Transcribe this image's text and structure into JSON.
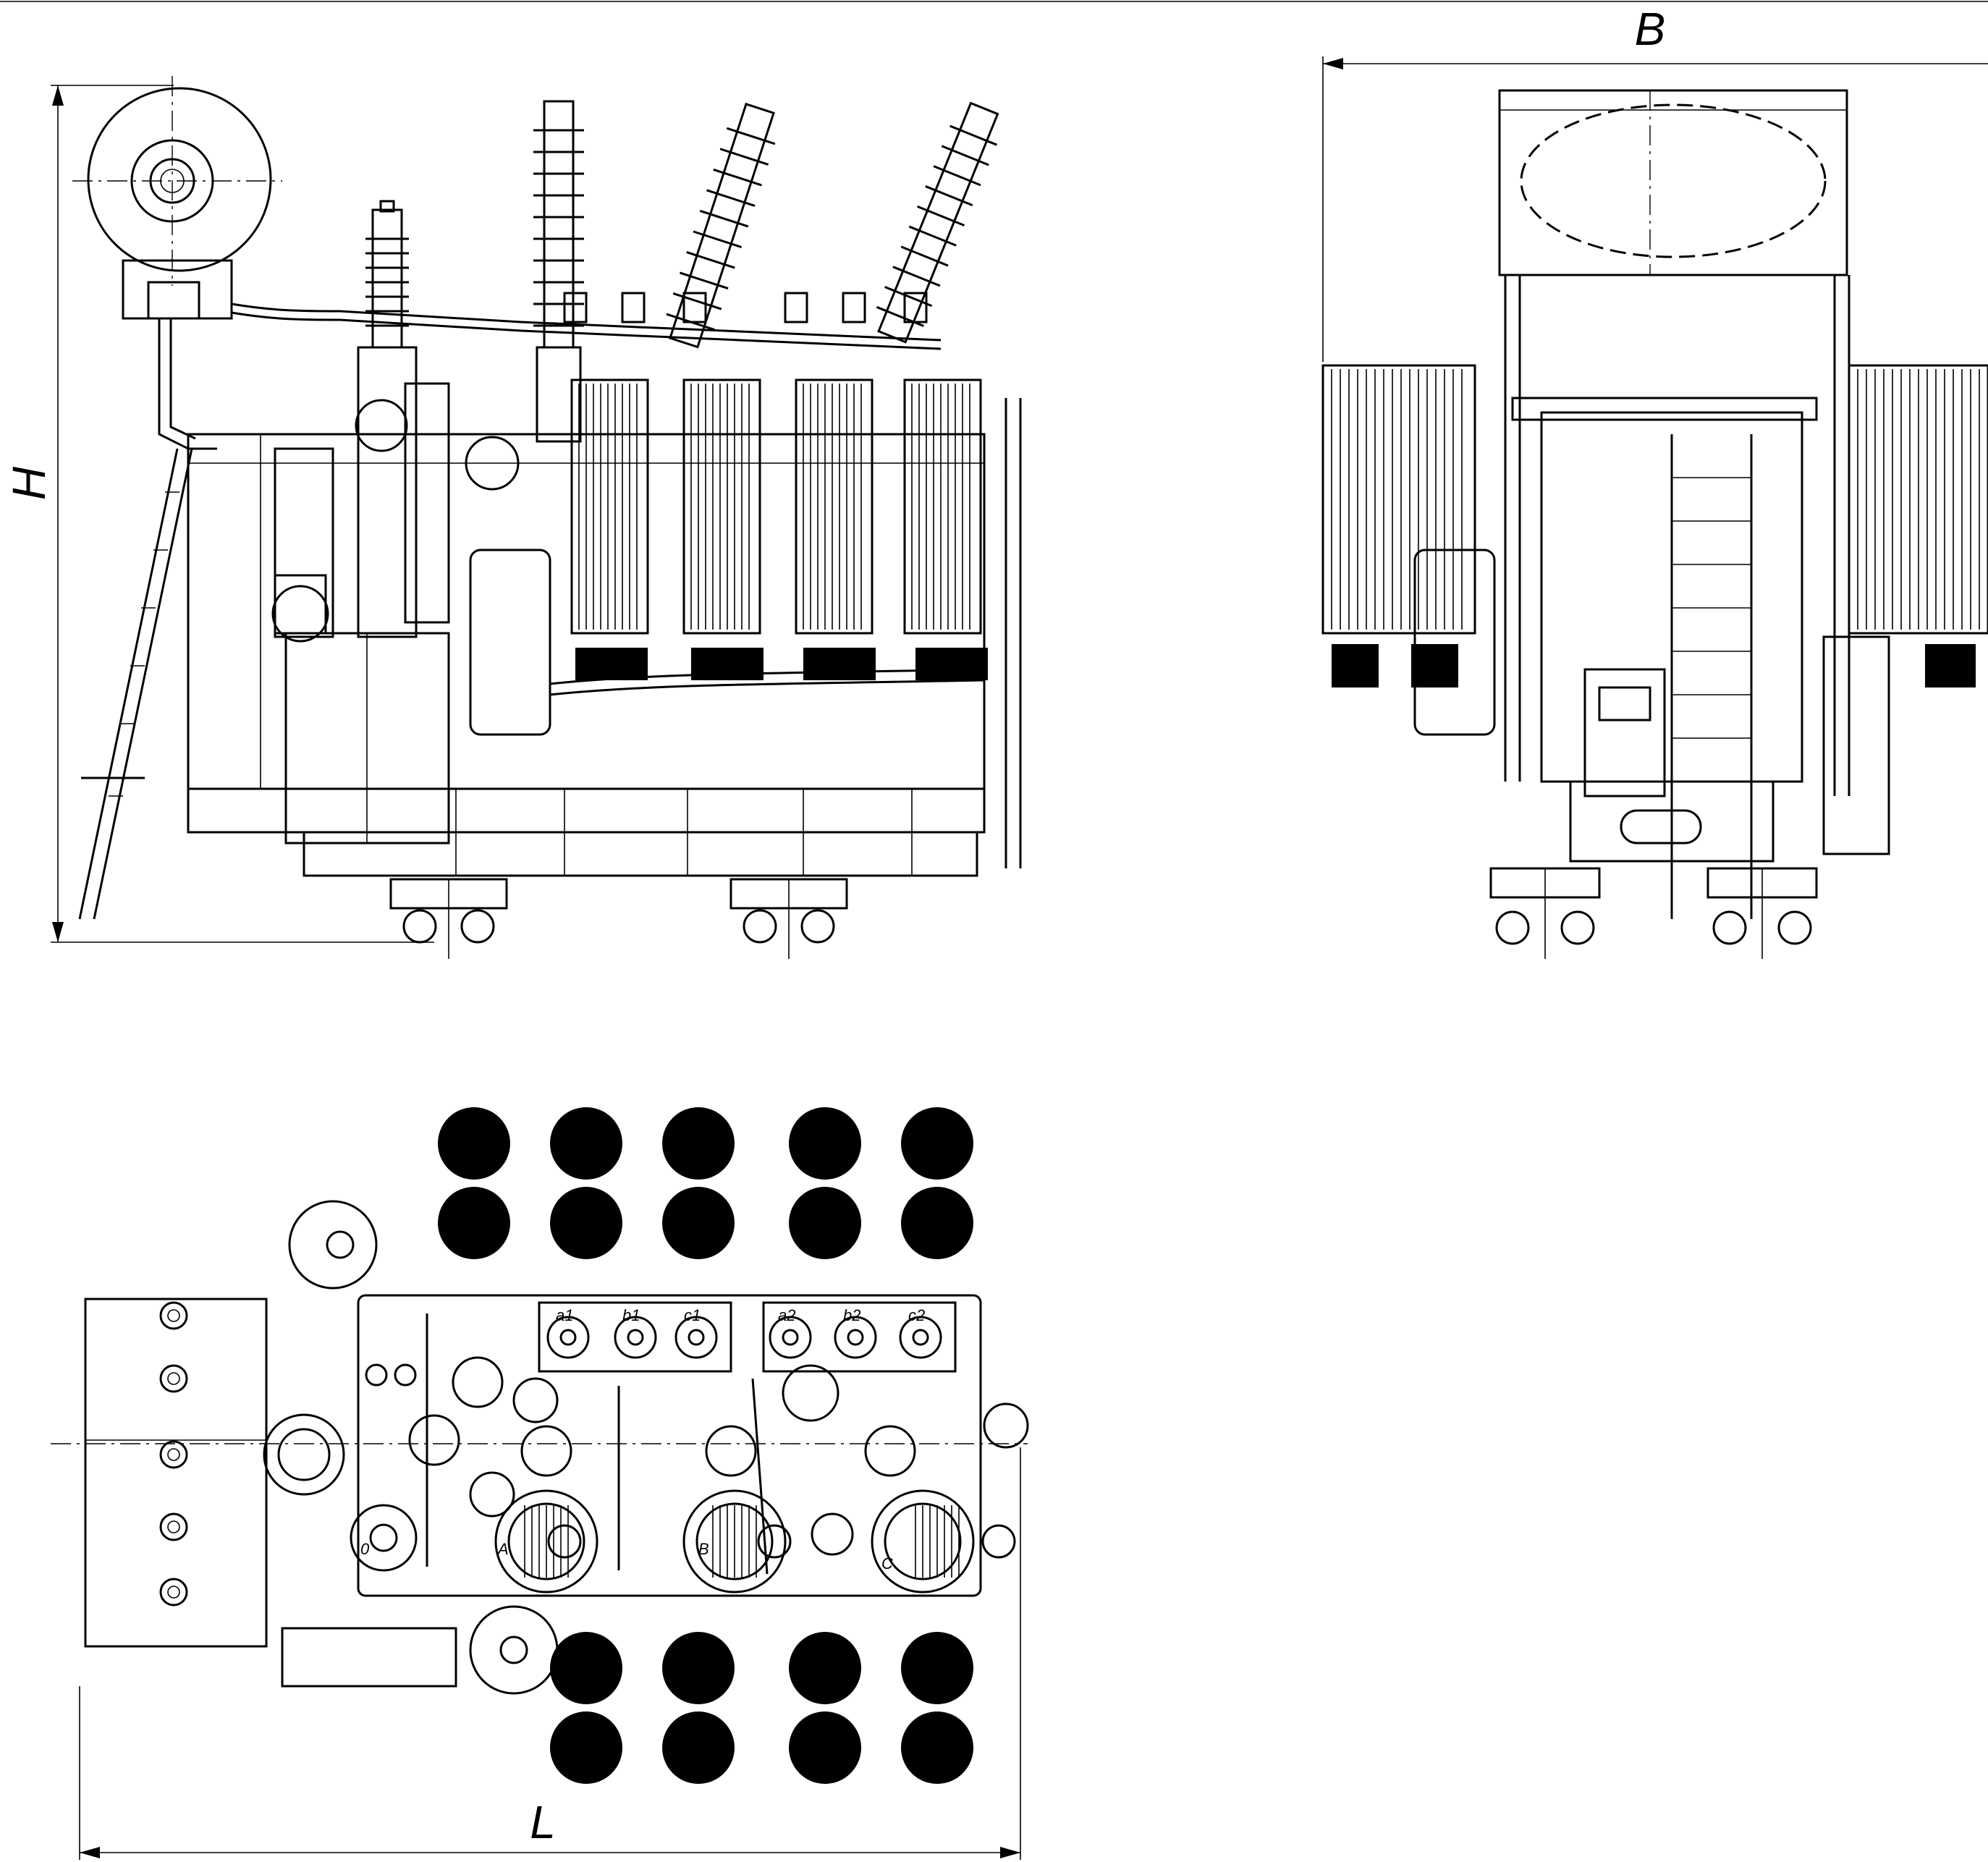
{
  "dimensions": {
    "height_label": "H",
    "width_label": "B",
    "length_label": "L"
  },
  "terminals": {
    "neutral": "0",
    "hv": [
      "A",
      "B",
      "C"
    ],
    "lv_left": [
      "a1",
      "b1",
      "c1"
    ],
    "lv_right": [
      "a2",
      "b2",
      "c2"
    ]
  }
}
